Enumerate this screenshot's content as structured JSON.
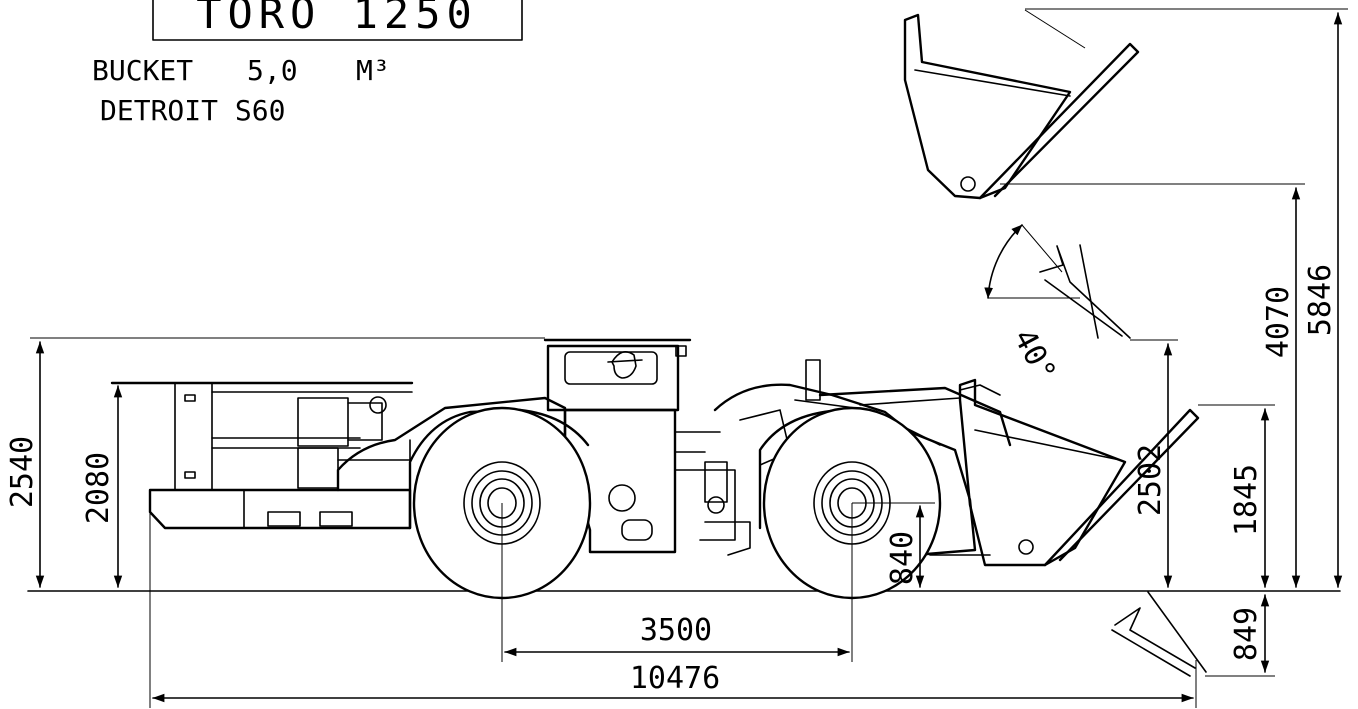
{
  "title_block": {
    "model": "TORO 1250"
  },
  "specs": {
    "bucket_label": "BUCKET",
    "bucket_value": "5,0",
    "bucket_unit": "M³",
    "engine": "DETROIT S60"
  },
  "dimensions": {
    "height_canopy": "2540",
    "height_rear": "2080",
    "axle_height": "840",
    "wheelbase": "3500",
    "overall_length": "10476",
    "dump_clearance": "2502",
    "bucket_pin_height": "1845",
    "max_pin_height": "4070",
    "max_height": "5846",
    "dig_depth": "849",
    "dump_angle": "40°"
  }
}
